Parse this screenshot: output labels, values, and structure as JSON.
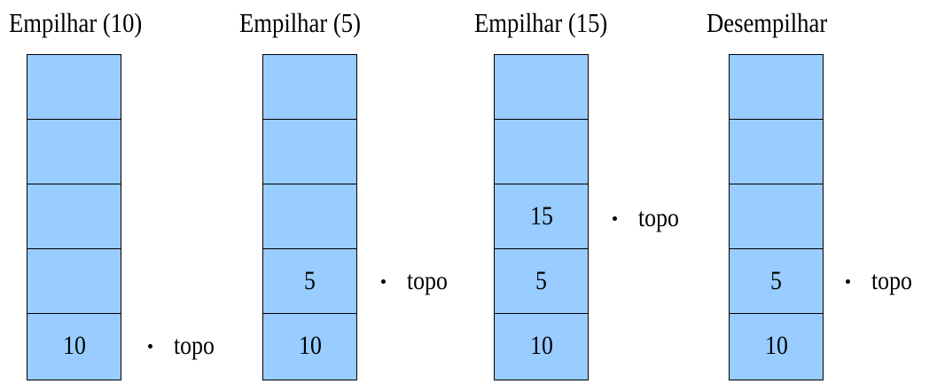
{
  "stacks": [
    {
      "title": "Empilhar (10)",
      "cells": [
        "",
        "",
        "",
        "",
        "10"
      ],
      "top_index": 4,
      "top_label": "topo"
    },
    {
      "title": "Empilhar (5)",
      "cells": [
        "",
        "",
        "",
        "5",
        "10"
      ],
      "top_index": 3,
      "top_label": "topo"
    },
    {
      "title": "Empilhar (15)",
      "cells": [
        "",
        "",
        "15",
        "5",
        "10"
      ],
      "top_index": 2,
      "top_label": "topo"
    },
    {
      "title": "Desempilhar",
      "cells": [
        "",
        "",
        "",
        "5",
        "10"
      ],
      "top_index": 3,
      "top_label": "topo"
    }
  ],
  "colors": {
    "cell_fill": "#99ccff",
    "border": "#000000"
  }
}
